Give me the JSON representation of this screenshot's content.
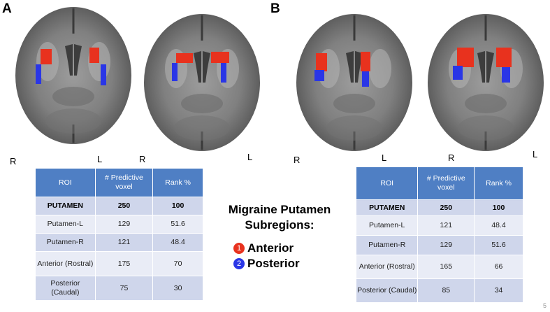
{
  "panels": {
    "a": "A",
    "b": "B"
  },
  "side_labels": [
    "R",
    "L",
    "R",
    "L",
    "R",
    "L",
    "R",
    "L"
  ],
  "colors": {
    "anterior": "#e8321e",
    "posterior": "#2a36e6",
    "header": "#4f7fc4"
  },
  "table_a": {
    "headers": [
      "ROI",
      "# Predictive voxel",
      "Rank %"
    ],
    "rows": [
      [
        "PUTAMEN",
        "250",
        "100"
      ],
      [
        "Putamen-L",
        "129",
        "51.6"
      ],
      [
        "Putamen-R",
        "121",
        "48.4"
      ],
      [
        "Anterior (Rostral)",
        "175",
        "70"
      ],
      [
        "Posterior (Caudal)",
        "75",
        "30"
      ]
    ]
  },
  "table_b": {
    "headers": [
      "ROI",
      "# Predictive voxel",
      "Rank %"
    ],
    "rows": [
      [
        "PUTAMEN",
        "250",
        "100"
      ],
      [
        "Putamen-L",
        "121",
        "48.4"
      ],
      [
        "Putamen-R",
        "129",
        "51.6"
      ],
      [
        "Anterior (Rostral)",
        "165",
        "66"
      ],
      [
        "Posterior (Caudal)",
        "85",
        "34"
      ]
    ]
  },
  "legend": {
    "title_line1": "Migraine Putamen",
    "title_line2": "Subregions:",
    "items": [
      {
        "num": "1",
        "label": "Anterior"
      },
      {
        "num": "2",
        "label": "Posterior"
      }
    ]
  },
  "page_number": "5"
}
